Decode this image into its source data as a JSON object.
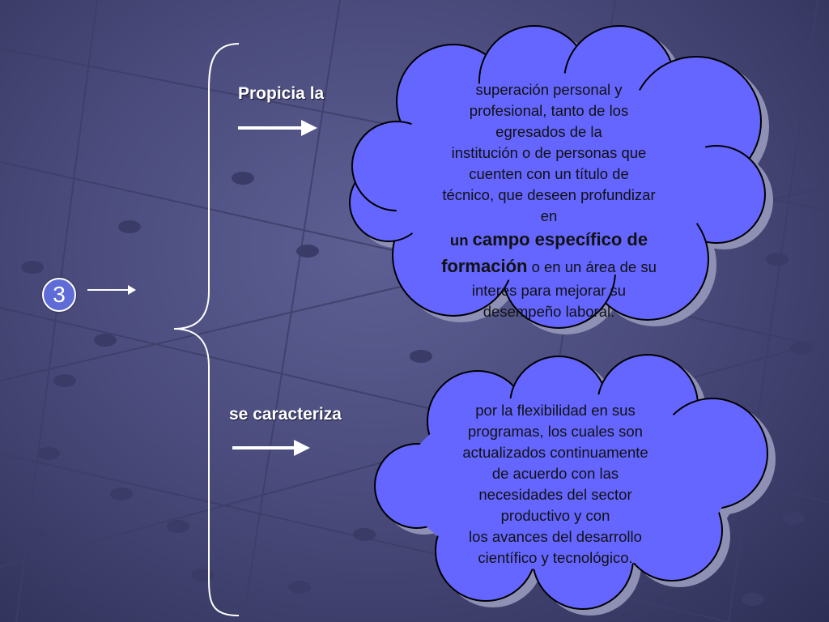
{
  "item_number": "3",
  "branch_top": {
    "label": "Propicia la",
    "cloud": {
      "lines": [
        "superación personal y",
        "profesional, tanto de los",
        "egresados de la",
        "institución o de personas que",
        "cuenten con un título de",
        "técnico, que deseen profundizar",
        "en"
      ],
      "emph_prefix": "un ",
      "emph_line1": "campo específico de",
      "emph_line2": "formación",
      "emph_suffix": " o en un área de su",
      "tail_lines": [
        "interés para mejorar su",
        "desempeño laboral."
      ]
    }
  },
  "branch_bottom": {
    "label": "se caracteriza",
    "cloud": {
      "lines": [
        "por la flexibilidad en sus",
        "programas, los cuales son",
        "actualizados continuamente",
        "de acuerdo con las",
        "necesidades del sector",
        "productivo y con",
        "los avances del desarrollo",
        "científico y tecnológico."
      ]
    }
  },
  "colors": {
    "background": "#4b4c7d",
    "cloud_fill": "#6466ff",
    "cloud_stroke": "#000000",
    "cloud_shadow": "#8e90b4",
    "text_light": "#ffffff",
    "text_dark": "#111111"
  }
}
